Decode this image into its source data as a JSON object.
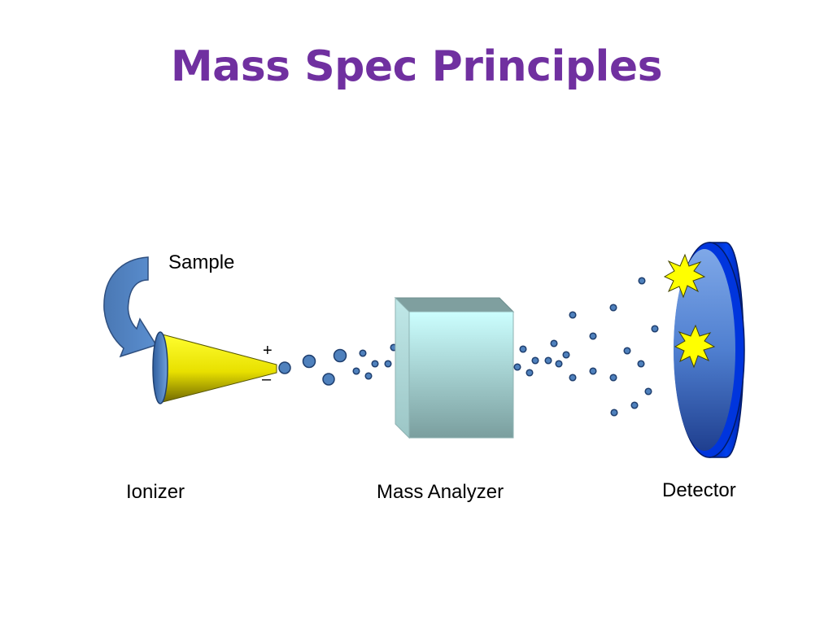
{
  "slide": {
    "title": "Mass Spec Principles",
    "title_color": "#7030a0"
  },
  "labels": {
    "sample": "Sample",
    "ionizer": "Ionizer",
    "mass_analyzer": "Mass Analyzer",
    "detector": "Detector"
  },
  "charges": {
    "positive": "+",
    "negative": "–"
  },
  "colors": {
    "arrow": "#4f81bd",
    "cone": "#ffff00",
    "particles": "#4f81bd",
    "analyzer_face": "#a7dcdc",
    "detector": "#0033cc",
    "flash": "#ffff00"
  }
}
